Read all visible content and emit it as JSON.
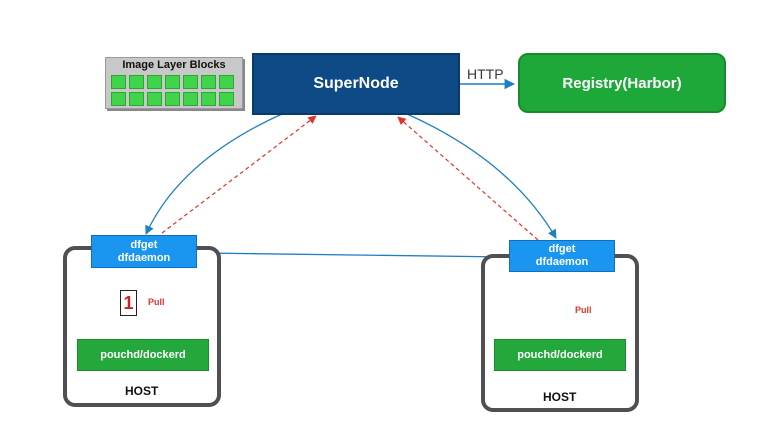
{
  "nodes": {
    "image_layers_title": "Image Layer Blocks",
    "supernode": "SuperNode",
    "registry": "Registry(Harbor)",
    "http_label": "HTTP",
    "left_host": {
      "dfget": "dfget",
      "dfdaemon": "dfdaemon",
      "engine": "pouchd/dockerd",
      "host_label": "HOST",
      "step_number": "1",
      "pull_label": "Pull"
    },
    "right_host": {
      "dfget": "dfget",
      "dfdaemon": "dfdaemon",
      "engine": "pouchd/dockerd",
      "host_label": "HOST",
      "pull_label": "Pull"
    }
  },
  "image_layer_block_count": 14,
  "colors": {
    "supernode": "#0d4a86",
    "registry": "#1fa83a",
    "dfdaemon": "#1a96f0",
    "engine": "#24a83b",
    "host_border": "#4f4f54",
    "blue_arrow": "#1f7fc0",
    "red_arrow": "#e0342a",
    "green_arrow": "#2a8a3a",
    "pull_text": "#e0342a",
    "layer_block": "#3fd44a"
  }
}
